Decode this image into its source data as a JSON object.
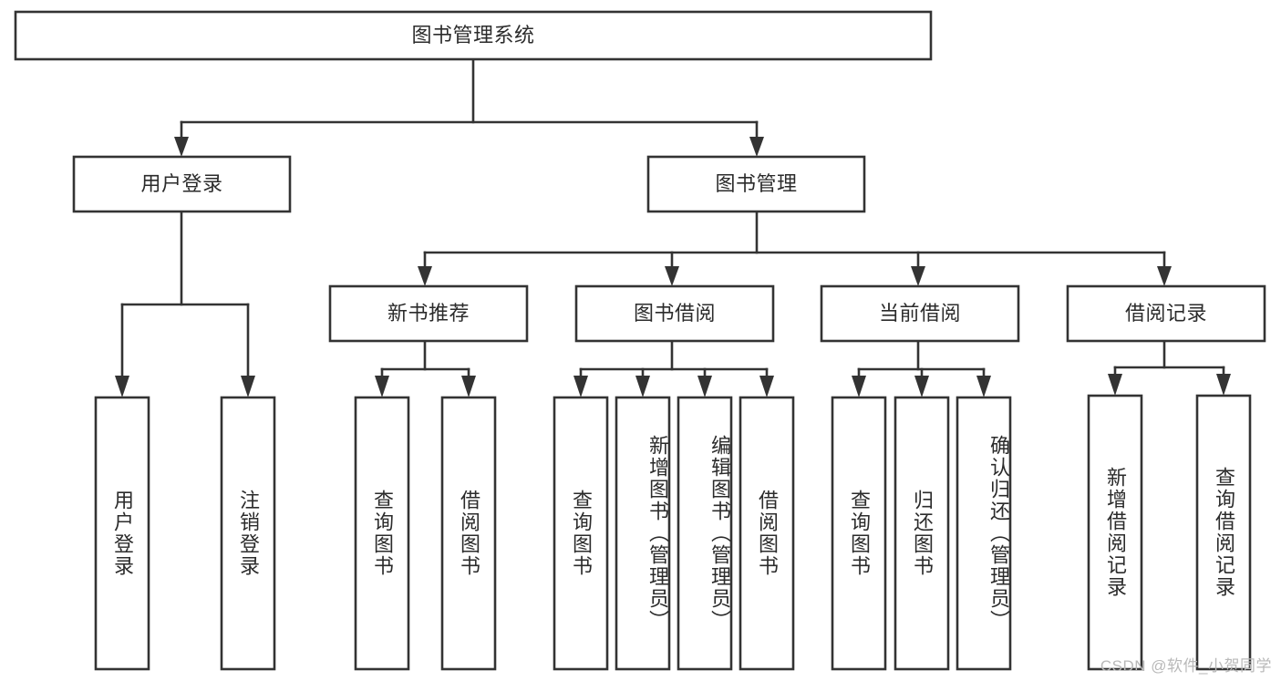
{
  "diagram": {
    "kind": "tree-diagram",
    "title_node": "图书管理系统",
    "colors": {
      "stroke": "#333333",
      "node_fill": "#ffffff",
      "text": "#2b2b2b",
      "background": "#ffffff",
      "watermark": "#b9b9b9"
    },
    "levels": {
      "level1": [
        {
          "id": "root",
          "label": "图书管理系统"
        }
      ],
      "level2": [
        {
          "id": "user-login",
          "label": "用户登录"
        },
        {
          "id": "book-manage",
          "label": "图书管理"
        }
      ],
      "level3": [
        {
          "id": "new-book-recommend",
          "label": "新书推荐"
        },
        {
          "id": "book-borrow",
          "label": "图书借阅"
        },
        {
          "id": "current-borrow",
          "label": "当前借阅"
        },
        {
          "id": "borrow-record",
          "label": "借阅记录"
        }
      ],
      "level4": [
        {
          "id": "leaf-user-login",
          "label": "用户登录"
        },
        {
          "id": "leaf-logout-login",
          "label": "注销登录"
        },
        {
          "id": "leaf-query-book-1",
          "label": "查询图书"
        },
        {
          "id": "leaf-borrow-book-1",
          "label": "借阅图书"
        },
        {
          "id": "leaf-query-book-2",
          "label": "查询图书"
        },
        {
          "id": "leaf-add-book",
          "label": "新增图书（管理员）"
        },
        {
          "id": "leaf-edit-book",
          "label": "编辑图书（管理员）"
        },
        {
          "id": "leaf-borrow-book-2",
          "label": "借阅图书"
        },
        {
          "id": "leaf-query-book-3",
          "label": "查询图书"
        },
        {
          "id": "leaf-return-book",
          "label": "归还图书"
        },
        {
          "id": "leaf-confirm-return",
          "label": "确认归还（管理员）"
        },
        {
          "id": "leaf-add-record",
          "label": "新增借阅记录"
        },
        {
          "id": "leaf-query-record",
          "label": "查询借阅记录"
        }
      ]
    },
    "edges": [
      {
        "from": "root",
        "to": "user-login"
      },
      {
        "from": "root",
        "to": "book-manage"
      },
      {
        "from": "user-login",
        "to": "leaf-user-login"
      },
      {
        "from": "user-login",
        "to": "leaf-logout-login"
      },
      {
        "from": "book-manage",
        "to": "new-book-recommend"
      },
      {
        "from": "book-manage",
        "to": "book-borrow"
      },
      {
        "from": "book-manage",
        "to": "current-borrow"
      },
      {
        "from": "book-manage",
        "to": "borrow-record"
      },
      {
        "from": "new-book-recommend",
        "to": "leaf-query-book-1"
      },
      {
        "from": "new-book-recommend",
        "to": "leaf-borrow-book-1"
      },
      {
        "from": "book-borrow",
        "to": "leaf-query-book-2"
      },
      {
        "from": "book-borrow",
        "to": "leaf-add-book"
      },
      {
        "from": "book-borrow",
        "to": "leaf-edit-book"
      },
      {
        "from": "book-borrow",
        "to": "leaf-borrow-book-2"
      },
      {
        "from": "current-borrow",
        "to": "leaf-query-book-3"
      },
      {
        "from": "current-borrow",
        "to": "leaf-return-book"
      },
      {
        "from": "current-borrow",
        "to": "leaf-confirm-return"
      },
      {
        "from": "borrow-record",
        "to": "leaf-add-record"
      },
      {
        "from": "borrow-record",
        "to": "leaf-query-record"
      }
    ]
  },
  "watermark": {
    "text": "CSDN @软件_小贺同学"
  }
}
